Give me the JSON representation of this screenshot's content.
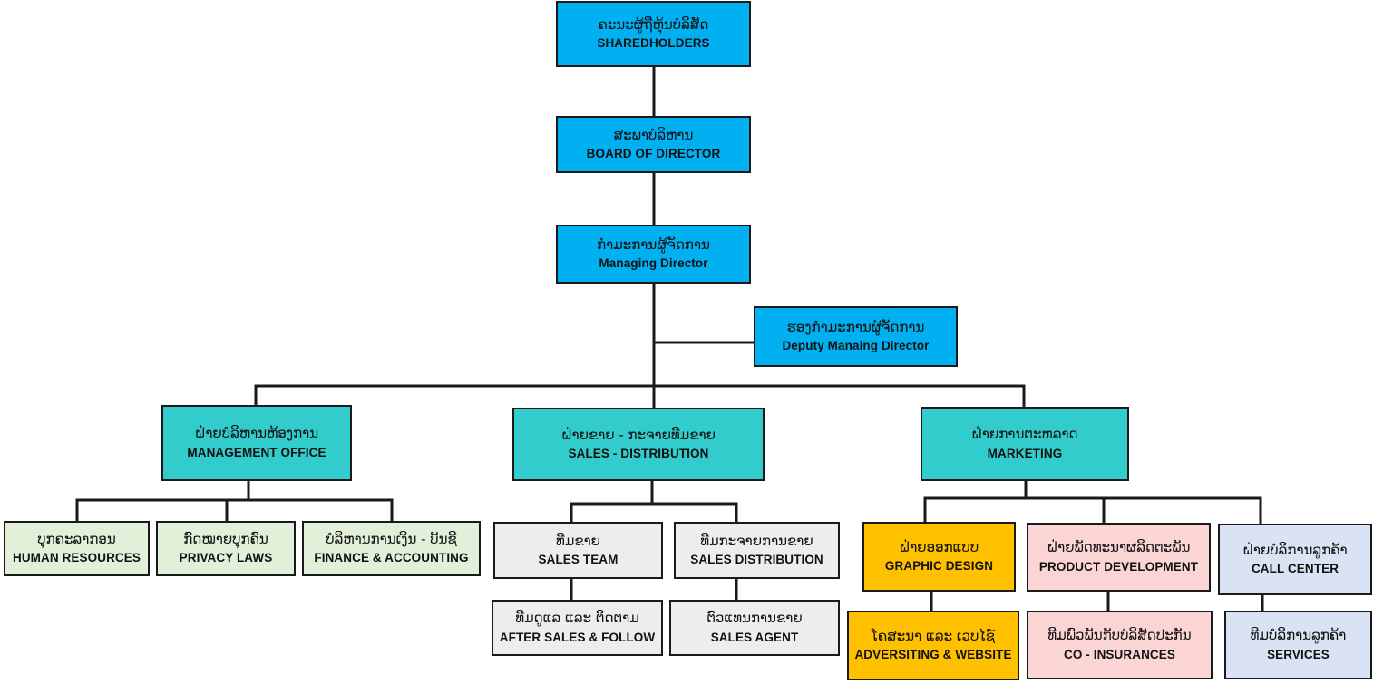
{
  "nodes": {
    "shareholders": {
      "lao": "ຄະນະຜູ້ຖືຫຸ້ນບໍລິສັດ",
      "en": "SHAREDHOLDERS"
    },
    "board": {
      "lao": "ສະພາບໍລິຫານ",
      "en": "BOARD OF DIRECTOR"
    },
    "md": {
      "lao": "ກຳມະການຜູ້ຈັດການ",
      "en": "Managing Director"
    },
    "deputy": {
      "lao": "ຮອງກຳມະການຜູ້ຈັດການ",
      "en": "Deputy Manaing Director"
    },
    "mgmt": {
      "lao": "ຝ່າຍບໍລິຫານຫ້ອງການ",
      "en": "MANAGEMENT OFFICE"
    },
    "sales": {
      "lao": "ຝ່າຍຂາຍ - ກະຈາຍທີມຂາຍ",
      "en": "SALES - DISTRIBUTION"
    },
    "marketing": {
      "lao": "ຝ່າຍການຕະຫລາດ",
      "en": "MARKETING"
    },
    "hr": {
      "lao": "ບຸກຄະລາກອນ",
      "en": "HUMAN RESOURCES"
    },
    "privacy": {
      "lao": "ກົດໝາຍບຸກຄົນ",
      "en": "PRIVACY LAWS"
    },
    "finance": {
      "lao": "ບໍລິຫານການເງິນ - ບັນຊີ",
      "en": "FINANCE & ACCOUNTING"
    },
    "sales_team": {
      "lao": "ທີມຂາຍ",
      "en": "SALES TEAM"
    },
    "sales_dist": {
      "lao": "ທີມກະຈາຍການຂາຍ",
      "en": "SALES DISTRIBUTION"
    },
    "after_sales": {
      "lao": "ທີມດູແລ ແລະ ຕິດຕາມ",
      "en": "AFTER SALES & FOLLOW"
    },
    "sales_agent": {
      "lao": "ຕົວແທນການຂາຍ",
      "en": "SALES AGENT"
    },
    "graphic": {
      "lao": "ຝ່າຍອອກແບບ",
      "en": "GRAPHIC DESIGN"
    },
    "product": {
      "lao": "ຝ່າຍພັດທະນາຜລິດຕະພັນ",
      "en": "PRODUCT DEVELOPMENT"
    },
    "call_center": {
      "lao": "ຝ່າຍບໍລິການລູກຄ້າ",
      "en": "CALL CENTER"
    },
    "advertising": {
      "lao": "ໂຄສະນາ ແລະ ເວບໄຊ໌",
      "en": "ADVERSITING & WEBSITE"
    },
    "co_ins": {
      "lao": "ທີມພົວພັນກັບບໍລິສັດປະກັນ",
      "en": "CO - INSURANCES"
    },
    "services": {
      "lao": "ທີມບໍລິການລູກຄ້າ",
      "en": "SERVICES"
    }
  },
  "colors": {
    "top": "#00b0f0",
    "department": "#33cccc",
    "management_units": "#e2efd9",
    "sales_units": "#ededed",
    "graphic": "#ffc000",
    "product": "#fbd4d4",
    "call_center": "#dae3f3",
    "line": "#1a1a1a"
  }
}
